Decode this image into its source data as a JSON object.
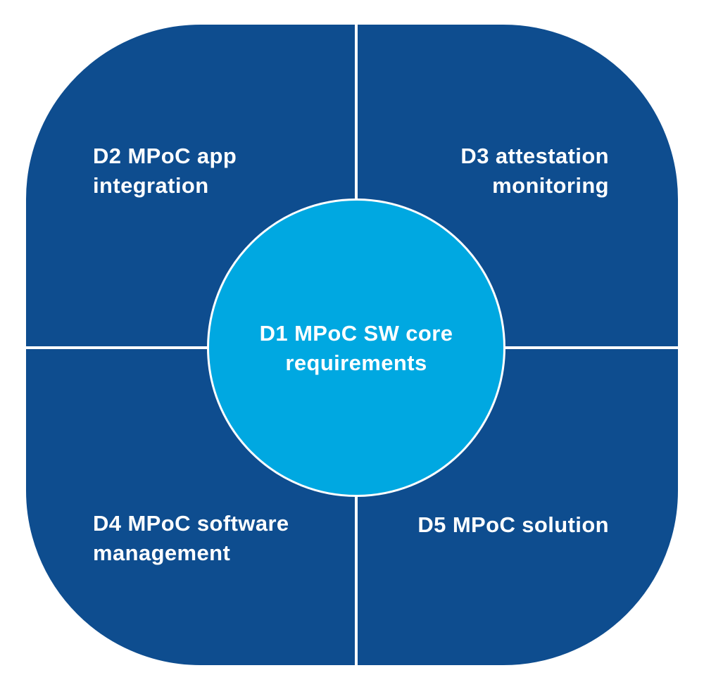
{
  "diagram": {
    "center": {
      "id": "D1",
      "label": "D1 MPoC SW core requirements"
    },
    "quadrants": [
      {
        "id": "D2",
        "position": "top-left",
        "label": "D2 MPoC app integration"
      },
      {
        "id": "D3",
        "position": "top-right",
        "label": "D3 attestation monitoring"
      },
      {
        "id": "D4",
        "position": "bottom-left",
        "label": "D4 MPoC software management"
      },
      {
        "id": "D5",
        "position": "bottom-right",
        "label": "D5 MPoC solution"
      }
    ],
    "colors": {
      "quadrant": "#0e4d8f",
      "center": "#00a8e1",
      "line": "#ffffff",
      "text": "#ffffff"
    }
  }
}
